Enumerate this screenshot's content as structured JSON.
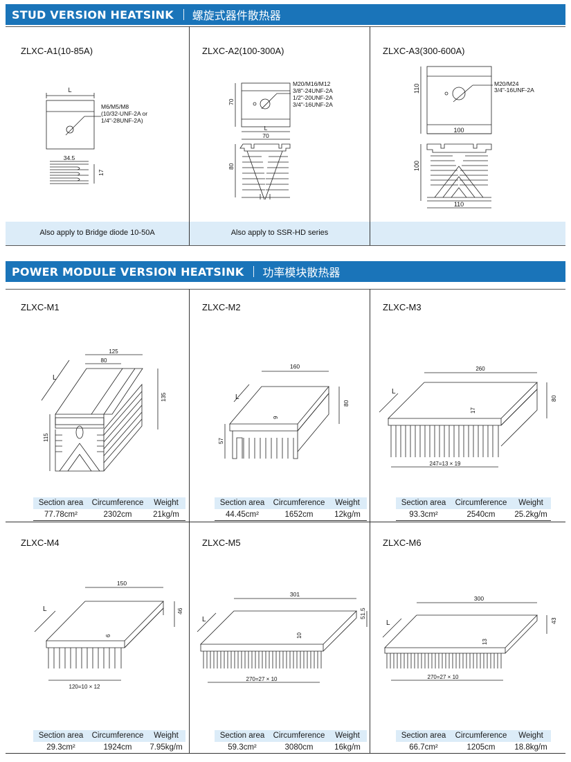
{
  "stud": {
    "title_en": "STUD VERSION HEATSINK",
    "title_cn": "螺旋式器件散热器",
    "models": [
      {
        "name": "ZLXC-A1(10-85A)",
        "note": "Also apply to Bridge diode 10-50A"
      },
      {
        "name": "ZLXC-A2(100-300A)",
        "note": "Also apply to SSR-HD series"
      },
      {
        "name": "ZLXC-A3(300-600A)",
        "note": ""
      }
    ],
    "a1": {
      "dim_l": "L",
      "thread1": "M6/M5/M8",
      "thread2": "(10/32-UNF-2A or",
      "thread3": "1/4\"-28UNF-2A)",
      "dim_w": "34.5",
      "dim_h": "17"
    },
    "a2": {
      "thread1": "M20/M16/M12",
      "thread2": "3/8\"-24UNF-2A",
      "thread3": "1/2\"-20UNF-2A",
      "thread4": "3/4\"-16UNF-2A",
      "dim_h": "70",
      "dim_l": "L",
      "dim_w": "70",
      "dim_fin": "80"
    },
    "a3": {
      "thread1": "M20/M24",
      "thread2": "3/4\"-16UNF-2A",
      "dim_h": "110",
      "dim_w": "100",
      "dim_fin_h": "100",
      "dim_fin_w": "110"
    }
  },
  "module": {
    "title_en": "POWER MODULE VERSION HEATSINK",
    "title_cn": "功率模块散热器",
    "spec_headers": {
      "area": "Section area",
      "circ": "Circumference",
      "weight": "Weight"
    },
    "items": [
      {
        "name": "ZLXC-M1",
        "area": "77.78cm²",
        "circ": "2302cm",
        "weight": "21kg/m",
        "d1": "125",
        "d2": "80",
        "d3": "135",
        "d4": "115",
        "d5": "L"
      },
      {
        "name": "ZLXC-M2",
        "area": "44.45cm²",
        "circ": "1652cm",
        "weight": "12kg/m",
        "d1": "160",
        "d2": "80",
        "d3": "9",
        "d4": "57",
        "d5": "L"
      },
      {
        "name": "ZLXC-M3",
        "area": "93.3cm²",
        "circ": "2540cm",
        "weight": "25.2kg/m",
        "d1": "260",
        "d2": "80",
        "d3": "17",
        "d4": "247=13 × 19",
        "d5": "L"
      },
      {
        "name": "ZLXC-M4",
        "area": "29.3cm²",
        "circ": "1924cm",
        "weight": "7.95kg/m",
        "d1": "150",
        "d2": "46",
        "d3": "6",
        "d4": "120=10 × 12",
        "d5": "L"
      },
      {
        "name": "ZLXC-M5",
        "area": "59.3cm²",
        "circ": "3080cm",
        "weight": "16kg/m",
        "d1": "301",
        "d2": "51.5",
        "d3": "10",
        "d4": "270=27 × 10",
        "d5": "L"
      },
      {
        "name": "ZLXC-M6",
        "area": "66.7cm²",
        "circ": "1205cm",
        "weight": "18.8kg/m",
        "d1": "300",
        "d2": "43",
        "d3": "13",
        "d4": "270=27 × 10",
        "d5": "L"
      }
    ]
  }
}
